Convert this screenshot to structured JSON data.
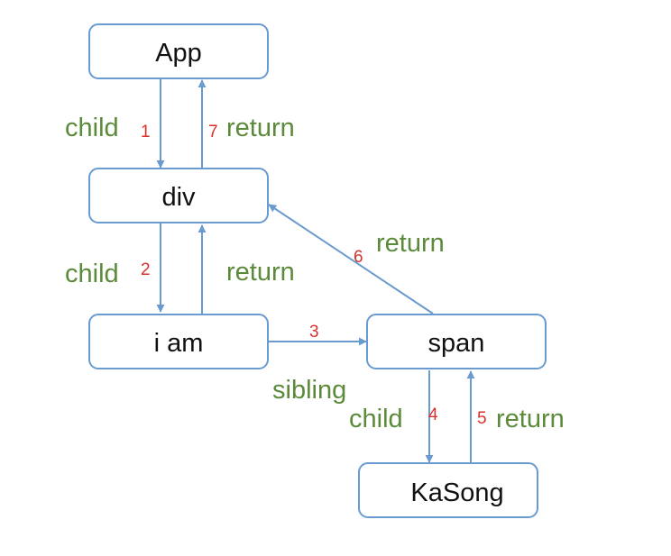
{
  "nodes": {
    "app": "App",
    "div": "div",
    "i_am": "i am",
    "span": "span",
    "kasong": "KaSong"
  },
  "edges": {
    "app_div_child": {
      "label": "child",
      "step": "1"
    },
    "div_app_return": {
      "label": "return",
      "step": "7"
    },
    "div_iam_child": {
      "label": "child",
      "step": "2"
    },
    "iam_div_return": {
      "label": "return"
    },
    "iam_span_sibling": {
      "label": "sibling",
      "step": "3"
    },
    "span_kasong_child": {
      "label": "child",
      "step": "4"
    },
    "kasong_span_return": {
      "label": "return",
      "step": "5"
    },
    "span_div_return": {
      "label": "return",
      "step": "6"
    }
  },
  "colors": {
    "node_border": "#6a9bd0",
    "edge": "#6a9bd0",
    "edge_label": "#5b8a3a",
    "step_number": "#d9312b",
    "node_text": "#111111"
  }
}
